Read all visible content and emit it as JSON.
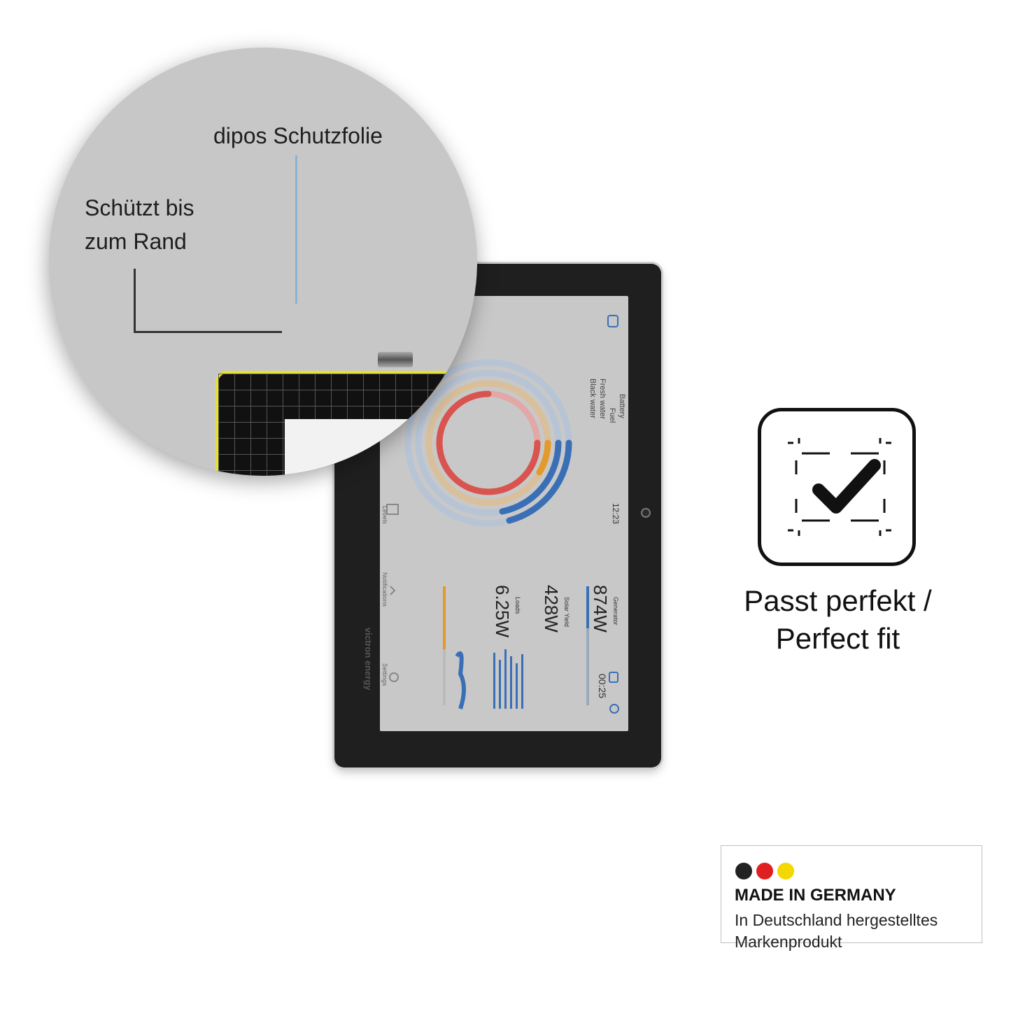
{
  "callout": {
    "label_top": "dipos Schutzfolie",
    "label_left_line1": "Schützt bis",
    "label_left_line2": "zum Rand"
  },
  "device_screen": {
    "time": "12:23",
    "tanks": [
      "Battery",
      "Fuel",
      "Fresh water",
      "Black water"
    ],
    "generator": {
      "label": "Generator",
      "value": "874W",
      "timer": "00:25"
    },
    "solar": {
      "label": "Solar Yield",
      "value": "428W"
    },
    "loads": {
      "label": "Loads",
      "value": "6.25W"
    },
    "nav": [
      "Levels",
      "Notifications",
      "Settings"
    ],
    "brand": "victron energy"
  },
  "fit": {
    "line1": "Passt perfekt /",
    "line2": "Perfect fit",
    "icon": "check-frame-icon"
  },
  "badge": {
    "title": "MADE IN GERMANY",
    "line1": "In Deutschland hergestelltes",
    "line2": "Markenprodukt",
    "dot_colors": [
      "#222222",
      "#e02020",
      "#f5d800"
    ]
  },
  "colors": {
    "ring_blue": "#3a6fb5",
    "ring_orange": "#e39a2c",
    "ring_red": "#d9534f",
    "callout_line_blue": "#8ab3d1"
  }
}
